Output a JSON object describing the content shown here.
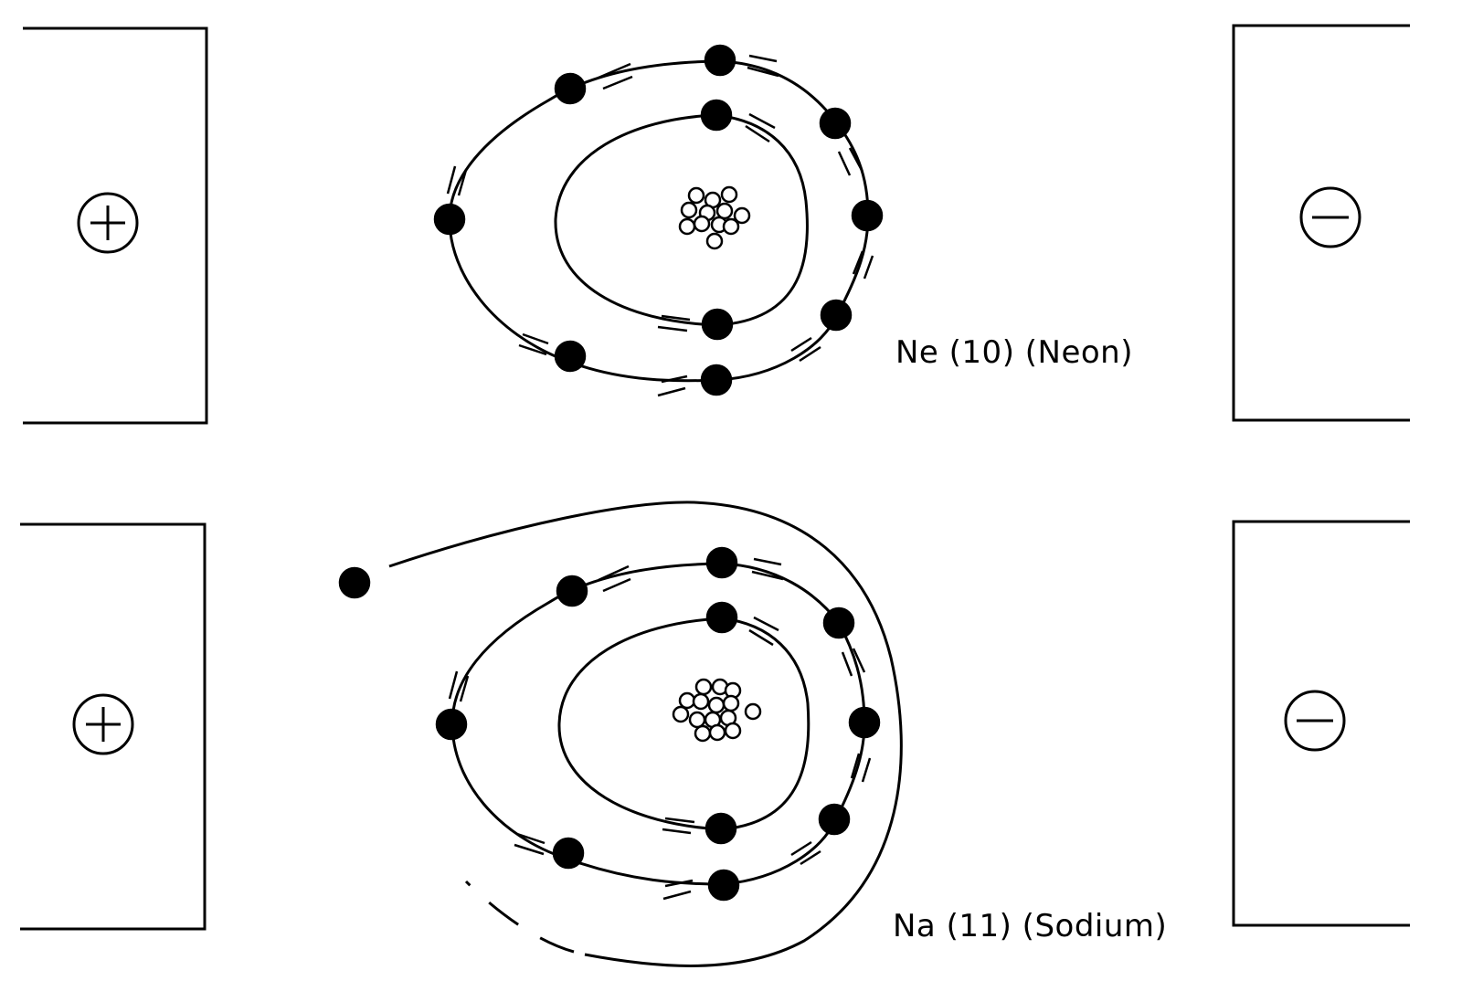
{
  "colors": {
    "ink": "#000000",
    "background": "#ffffff"
  },
  "electrodes": {
    "positive_symbol": "+",
    "negative_symbol": "−",
    "positive_icon": "plus-circle-icon",
    "negative_icon": "minus-circle-icon"
  },
  "atoms": [
    {
      "id": "neon",
      "label": "Ne (10) (Neon)",
      "symbol": "Ne",
      "atomic_number": 10,
      "inner_shell_electrons": 2,
      "outer_shell_electrons": 8,
      "free_electrons": 0
    },
    {
      "id": "sodium",
      "label": "Na (11) (Sodium)",
      "symbol": "Na",
      "atomic_number": 11,
      "inner_shell_electrons": 2,
      "outer_shell_electrons": 8,
      "free_electrons": 1
    }
  ]
}
